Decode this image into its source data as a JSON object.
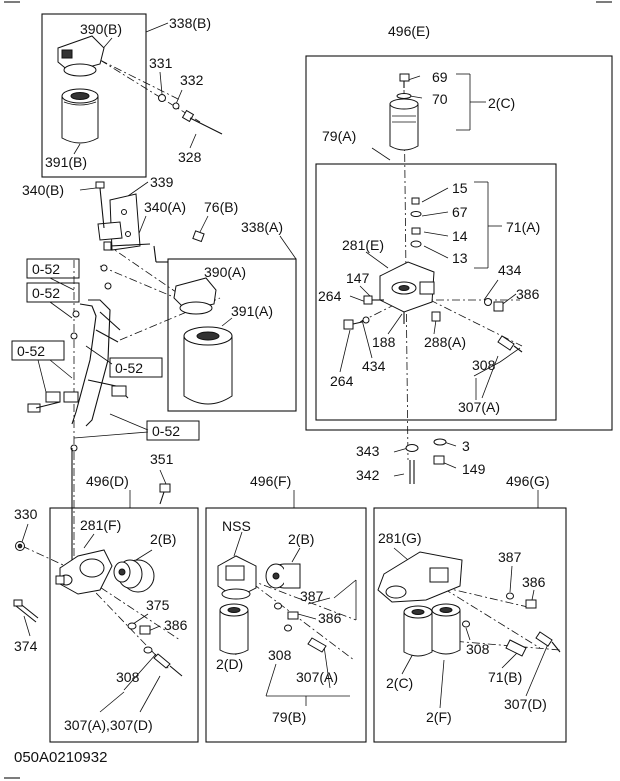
{
  "drawing_id": "050A0210932",
  "callouts": {
    "c390B": "390(B)",
    "c338B": "338(B)",
    "c331": "331",
    "c332": "332",
    "c328": "328",
    "c391B": "391(B)",
    "c340B": "340(B)",
    "c339": "339",
    "c340A": "340(A)",
    "c76B": "76(B)",
    "c338A": "338(A)",
    "c390A": "390(A)",
    "c391A": "391(A)",
    "c052a": "0-52",
    "c052b": "0-52",
    "c052c": "0-52",
    "c052d": "0-52",
    "c052e": "0-52",
    "c496E": "496(E)",
    "c69": "69",
    "c70": "70",
    "c2C_top": "2(C)",
    "c79A": "79(A)",
    "c15": "15",
    "c67": "67",
    "c14": "14",
    "c13": "13",
    "c71A": "71(A)",
    "c281E": "281(E)",
    "c147": "147",
    "c264a": "264",
    "c264b": "264",
    "c188": "188",
    "c434a": "434",
    "c434b": "434",
    "c386_top": "386",
    "c288A": "288(A)",
    "c308_top": "308",
    "c307A_top": "307(A)",
    "c343": "343",
    "c342": "342",
    "c3": "3",
    "c149": "149",
    "c351": "351",
    "c496D": "496(D)",
    "c496F": "496(F)",
    "c496G": "496(G)",
    "c330": "330",
    "c281F": "281(F)",
    "c2B_left": "2(B)",
    "c375": "375",
    "c386_left": "386",
    "c374": "374",
    "c308_left": "308",
    "c307AD": "307(A),307(D)",
    "cNSS": "NSS",
    "c2B_mid": "2(B)",
    "c387_mid": "387",
    "c386_mid": "386",
    "c2D": "2(D)",
    "c308_mid": "308",
    "c307A_mid": "307(A)",
    "c79B": "79(B)",
    "c281G": "281(G)",
    "c387_right": "387",
    "c386_right": "386",
    "c308_right": "308",
    "c2C_bot": "2(C)",
    "c71B": "71(B)",
    "c2F": "2(F)",
    "c307D": "307(D)"
  }
}
